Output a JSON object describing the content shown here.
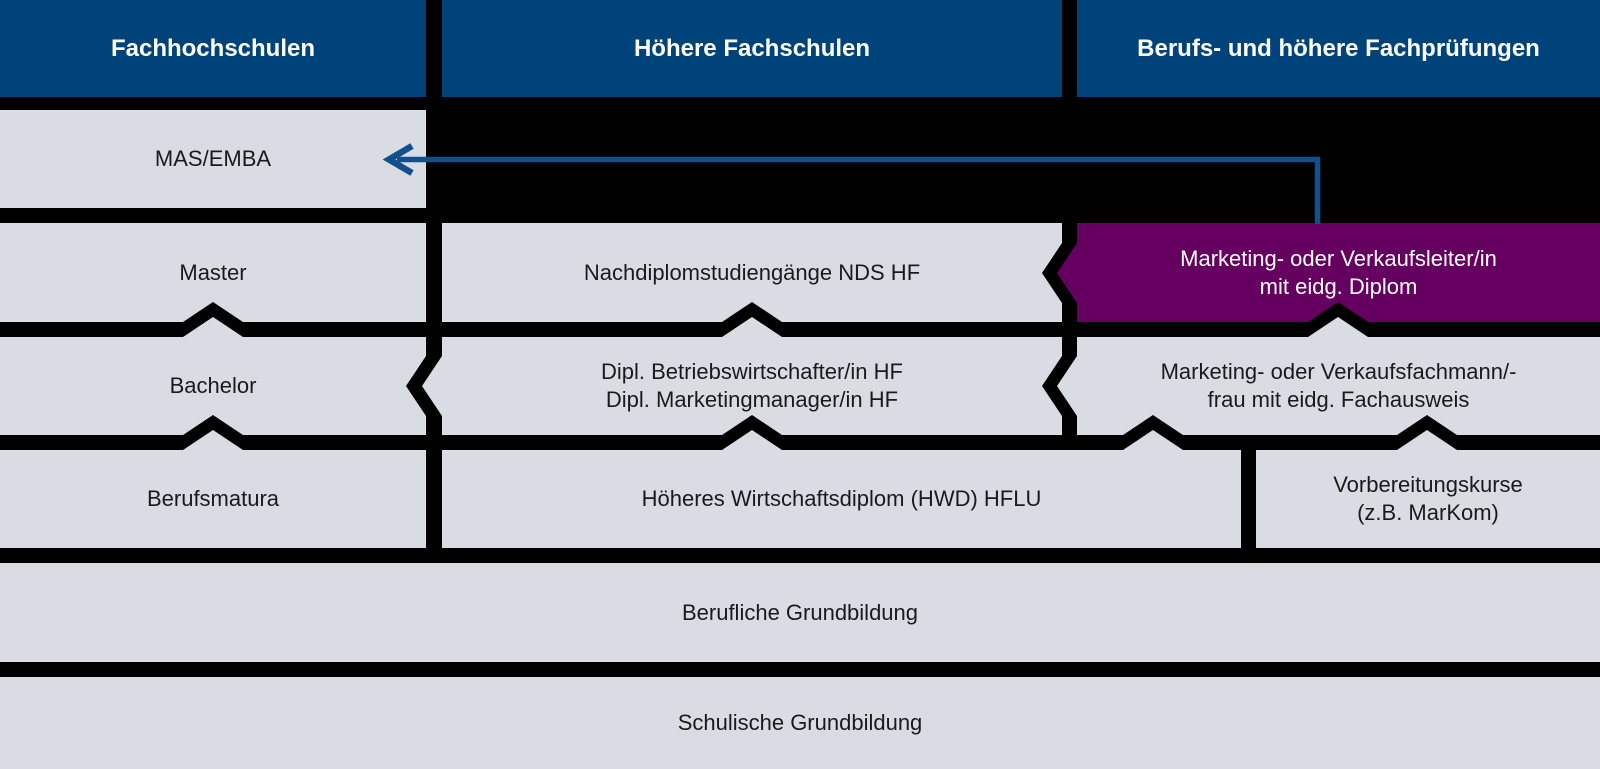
{
  "palette": {
    "background": "#000000",
    "header_bg": "#00437a",
    "header_text": "#ffffff",
    "box_bg": "#d9dde3",
    "box_text": "#1a1a1a",
    "highlight_bg": "#660060",
    "arrow": "#134f8e"
  },
  "headers": {
    "fachhochschulen": "Fachhochschulen",
    "hoehere_fachschulen": "Höhere Fachschulen",
    "berufs_und_hoehere_fachpruefungen": "Berufs- und höhere Fachprüfungen"
  },
  "boxes": {
    "mas_emba": {
      "label": "MAS/EMBA"
    },
    "master": {
      "label": "Master"
    },
    "bachelor": {
      "label": "Bachelor"
    },
    "berufsmatura": {
      "label": "Berufsmatura"
    },
    "nds_hf": {
      "label": "Nachdiplomstudiengänge NDS HF"
    },
    "dipl_hf": {
      "lines": [
        "Dipl. Betriebswirtschafter/in HF",
        "Dipl. Marketingmanager/in HF"
      ]
    },
    "hwd_hflu": {
      "label": "Höheres Wirtschaftsdiplom (HWD) HFLU"
    },
    "verkaufsleiter": {
      "lines": [
        "Marketing- oder Verkaufsleiter/in",
        "mit eidg. Diplom"
      ],
      "highlighted": "true"
    },
    "verkaufsfachmann": {
      "lines": [
        "Marketing- oder Verkaufsfachmann/-",
        "frau mit eidg. Fachausweis"
      ]
    },
    "vorbereitungskurse": {
      "lines": [
        "Vorbereitungskurse",
        "(z.B. MarKom)"
      ]
    },
    "berufliche_grundbildung": {
      "label": "Berufliche Grundbildung"
    },
    "schulische_grundbildung": {
      "label": "Schulische Grundbildung"
    }
  }
}
